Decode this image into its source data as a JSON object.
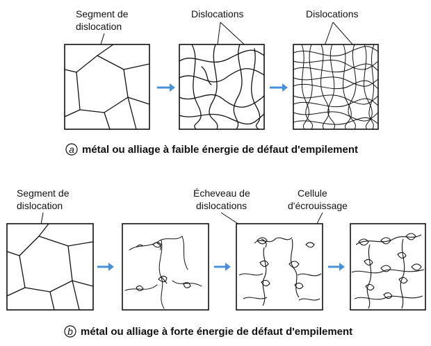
{
  "row_a": {
    "labels": [
      "Segment de",
      "dislocation",
      "Dislocations",
      "Dislocations"
    ],
    "caption_letter": "a",
    "caption": "métal ou alliage à faible énergie de défaut d'empilement"
  },
  "row_b": {
    "labels": [
      "Segment de",
      "dislocation",
      "Écheveau de",
      "dislocations",
      "Cellule",
      "d'écrouissage"
    ],
    "caption_letter": "b",
    "caption": "métal ou alliage à forte énergie de défaut d'empilement"
  },
  "colors": {
    "arrow": "#4a90d9",
    "ink": "#111111"
  },
  "icons": {
    "arrow": "right-arrow-icon"
  }
}
